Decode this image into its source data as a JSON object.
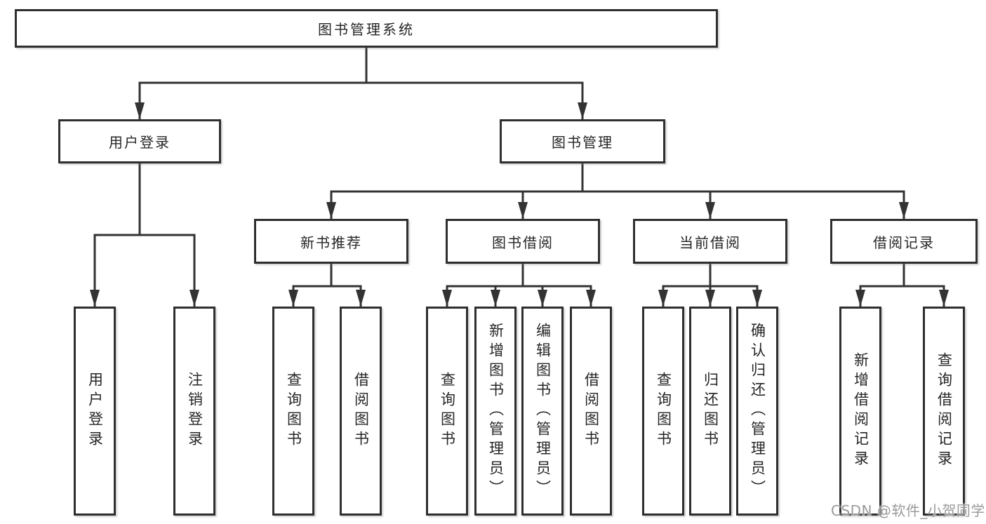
{
  "diagram": {
    "type": "tree",
    "root": {
      "label": "图书管理系统"
    },
    "level2": [
      {
        "label": "用户登录"
      },
      {
        "label": "图书管理"
      }
    ],
    "level3": [
      {
        "label": "新书推荐",
        "parent": "图书管理"
      },
      {
        "label": "图书借阅",
        "parent": "图书管理"
      },
      {
        "label": "当前借阅",
        "parent": "图书管理"
      },
      {
        "label": "借阅记录",
        "parent": "图书管理"
      }
    ],
    "leaves": [
      {
        "label": "用户登录",
        "parent": "用户登录"
      },
      {
        "label": "注销登录",
        "parent": "用户登录"
      },
      {
        "label": "查询图书",
        "parent": "新书推荐"
      },
      {
        "label": "借阅图书",
        "parent": "新书推荐"
      },
      {
        "label": "查询图书",
        "parent": "图书借阅"
      },
      {
        "label": "新增图书（管理员）",
        "parent": "图书借阅"
      },
      {
        "label": "编辑图书（管理员）",
        "parent": "图书借阅"
      },
      {
        "label": "借阅图书",
        "parent": "图书借阅"
      },
      {
        "label": "查询图书",
        "parent": "当前借阅"
      },
      {
        "label": "归还图书",
        "parent": "当前借阅"
      },
      {
        "label": "确认归还（管理员）",
        "parent": "当前借阅"
      },
      {
        "label": "新增借阅记录",
        "parent": "借阅记录"
      },
      {
        "label": "查询借阅记录",
        "parent": "借阅记录"
      }
    ],
    "colors": {
      "line": "#333333",
      "box_border": "#2f2f2f",
      "box_fill": "#ffffff",
      "text": "#262626",
      "watermark": "#9a9a9a"
    }
  },
  "watermark": {
    "text": "CSDN @软件_小贺同学"
  }
}
